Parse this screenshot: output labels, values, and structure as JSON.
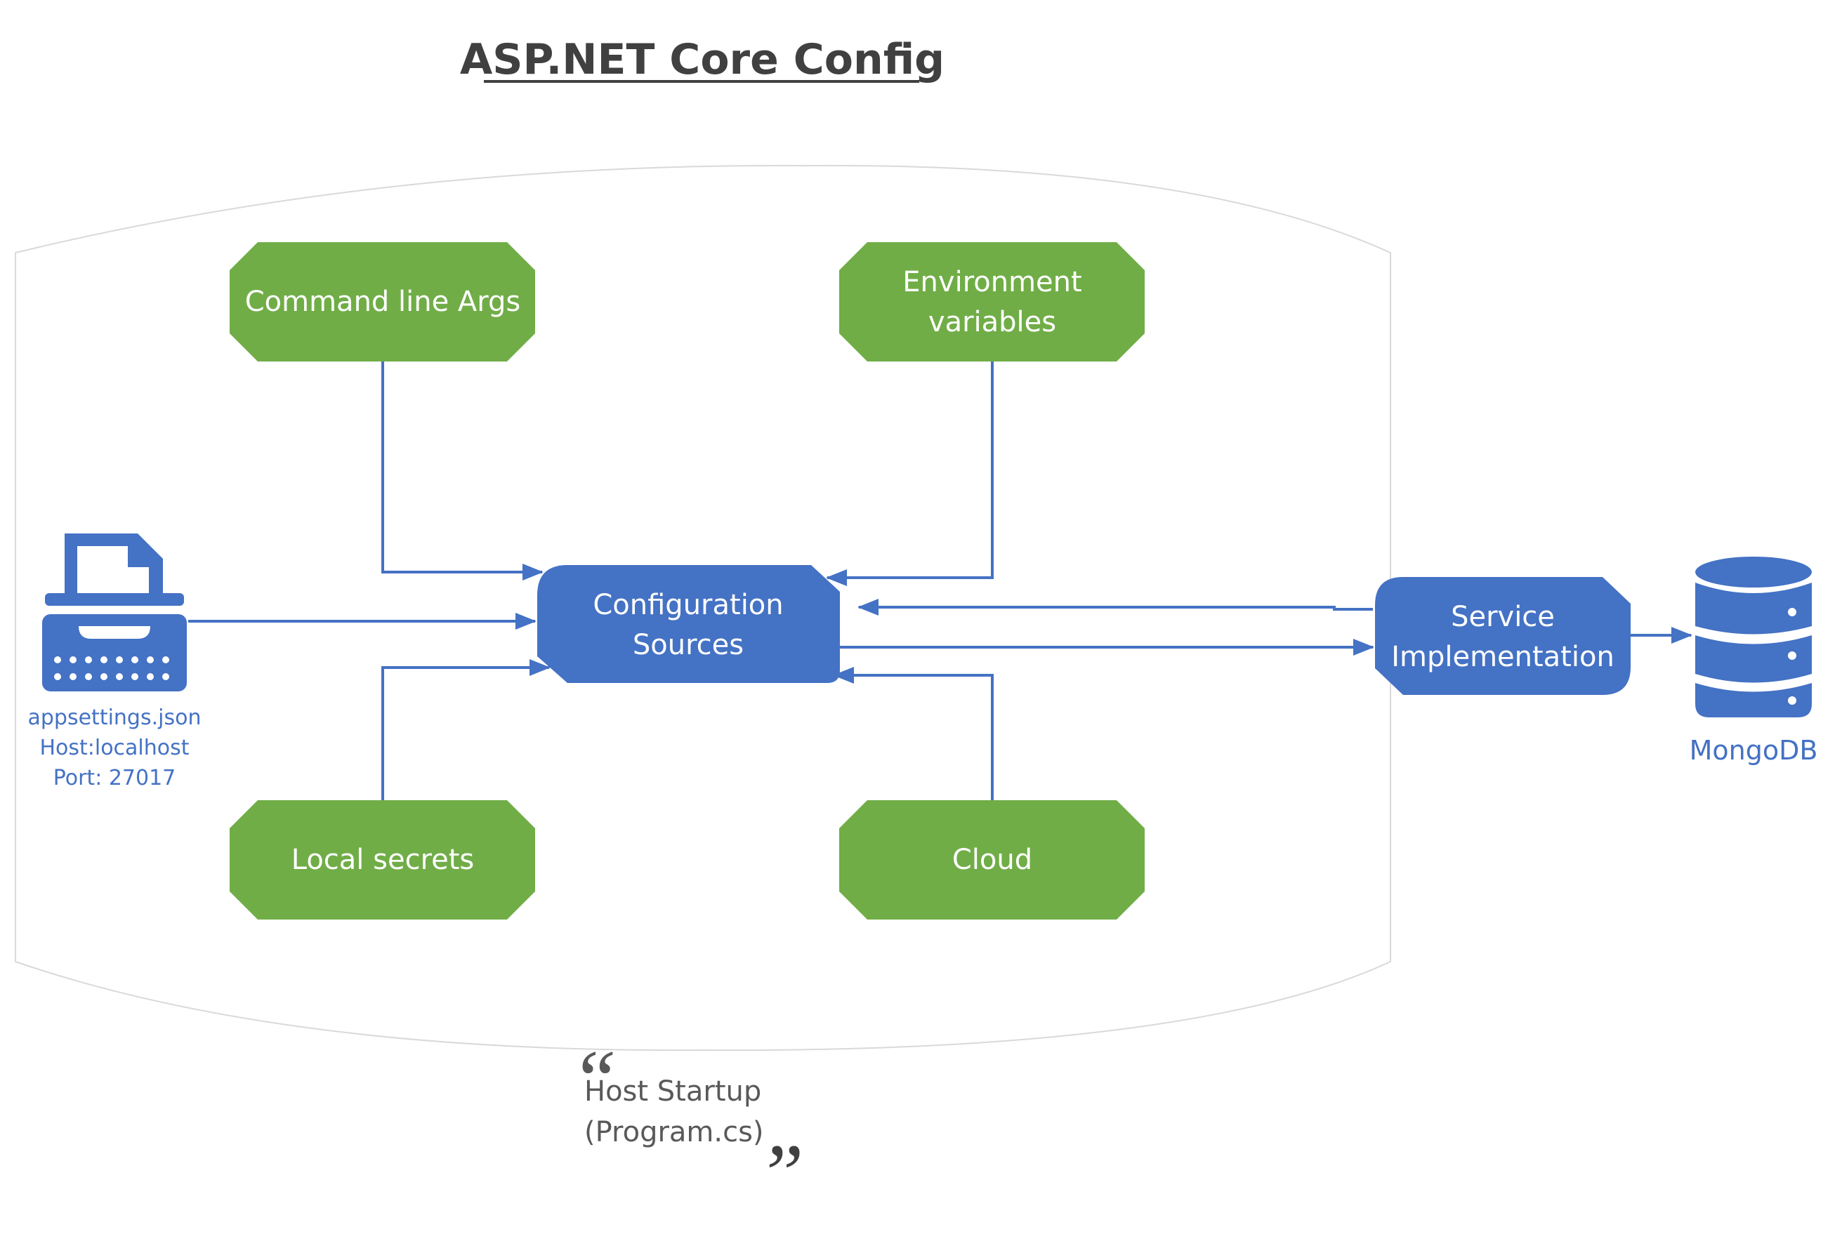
{
  "title": "ASP.NET Core Config",
  "container": {
    "caption_line1": "Host Startup",
    "caption_line2": "(Program.cs)",
    "quote_open": "“",
    "quote_close": "”"
  },
  "nodes": {
    "command_line": {
      "label": "Command line Args"
    },
    "environment": {
      "line1": "Environment",
      "line2": "variables"
    },
    "local_secrets": {
      "label": "Local secrets"
    },
    "cloud": {
      "label": "Cloud"
    },
    "config_sources": {
      "line1": "Configuration",
      "line2": "Sources"
    },
    "service": {
      "line1": "Service",
      "line2": "Implementation"
    }
  },
  "appsettings": {
    "icon": "typewriter-document-icon",
    "line1": "appsettings.json",
    "line2": "Host:localhost",
    "line3": "Port: 27017"
  },
  "database": {
    "icon": "database-icon",
    "label": "MongoDB"
  },
  "colors": {
    "green": "#70AD47",
    "blue": "#4472C4",
    "title": "#404040",
    "caption": "#595959",
    "container_outline": "#D9D9D9"
  }
}
